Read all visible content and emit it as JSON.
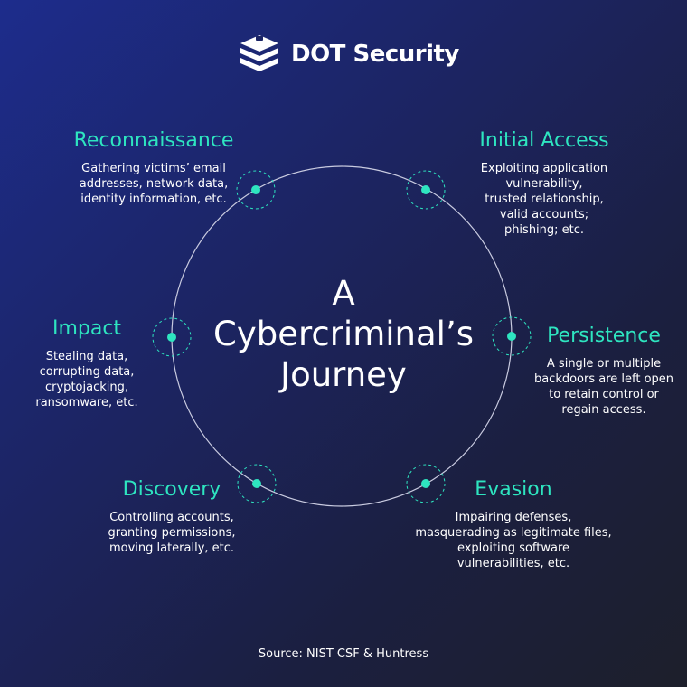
{
  "brand": {
    "name": "DOT Security",
    "logo_icon": "layered-box-icon"
  },
  "title_lines": [
    "A",
    "Cybercriminal’s",
    "Journey"
  ],
  "stages": {
    "reconnaissance": {
      "name": "Reconnaissance",
      "desc": [
        "Gathering victims’ email",
        "addresses, network data,",
        "identity information, etc."
      ]
    },
    "initial_access": {
      "name": "Initial Access",
      "desc": [
        "Exploiting application",
        "vulnerability,",
        "trusted relationship,",
        "valid accounts;",
        "phishing; etc."
      ]
    },
    "impact": {
      "name": "Impact",
      "desc": [
        "Stealing data,",
        "corrupting data,",
        "cryptojacking,",
        "ransomware, etc."
      ]
    },
    "persistence": {
      "name": "Persistence",
      "desc": [
        "A single or multiple",
        "backdoors are left open",
        "to retain control or",
        "regain access."
      ]
    },
    "discovery": {
      "name": "Discovery",
      "desc": [
        "Controlling accounts,",
        "granting permissions,",
        "moving laterally, etc."
      ]
    },
    "evasion": {
      "name": "Evasion",
      "desc": [
        "Impairing defenses,",
        "masquerading as legitimate files,",
        "exploiting software",
        "vulnerabilities, etc."
      ]
    }
  },
  "source": "Source: NIST CSF & Huntress",
  "colors": {
    "accent": "#2ee5c0",
    "ring": "#c9cbe0",
    "text": "#ffffff"
  }
}
